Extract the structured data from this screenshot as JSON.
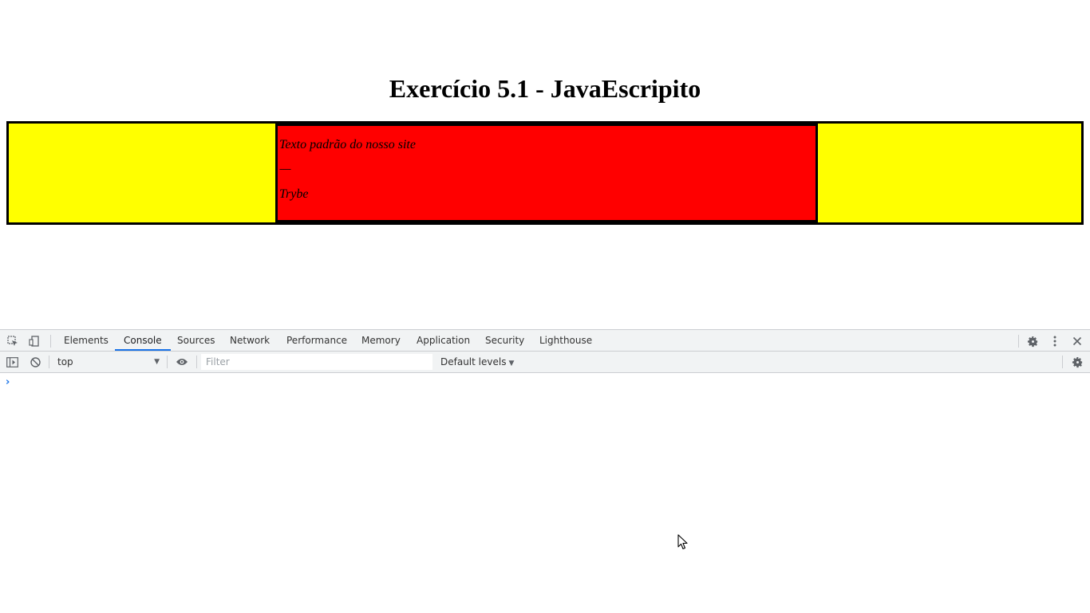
{
  "page": {
    "title": "Exercício 5.1 - JavaEscripito",
    "center": {
      "line1": "Texto padrão do nosso site",
      "line2": "------",
      "line3": "Trybe"
    },
    "colors": {
      "side": "#ffff00",
      "center": "#ff0000",
      "border": "#000000"
    }
  },
  "devtools": {
    "tabs": [
      "Elements",
      "Console",
      "Sources",
      "Network",
      "Performance",
      "Memory",
      "Application",
      "Security",
      "Lighthouse"
    ],
    "active_tab": "Console",
    "icons": {
      "inspect": "inspect-element-icon",
      "device": "device-toolbar-icon",
      "settings": "gear-icon",
      "more": "kebab-menu-icon",
      "close": "close-icon",
      "sidebar": "show-sidebar-icon",
      "clear": "clear-console-icon",
      "live": "eye-icon",
      "console_settings": "gear-icon"
    },
    "context": "top",
    "filter_placeholder": "Filter",
    "levels": "Default levels",
    "prompt": "›",
    "accent": "#1a73e8"
  }
}
